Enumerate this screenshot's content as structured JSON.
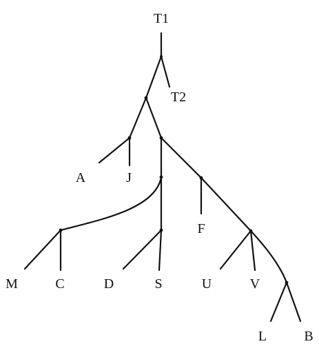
{
  "labels": {
    "T1": "T1",
    "T2": "T2",
    "A": "A",
    "J": "J",
    "F": "F",
    "M": "M",
    "C": "C",
    "D": "D",
    "S": "S",
    "U": "U",
    "V": "V",
    "L": "L",
    "B": "B"
  }
}
